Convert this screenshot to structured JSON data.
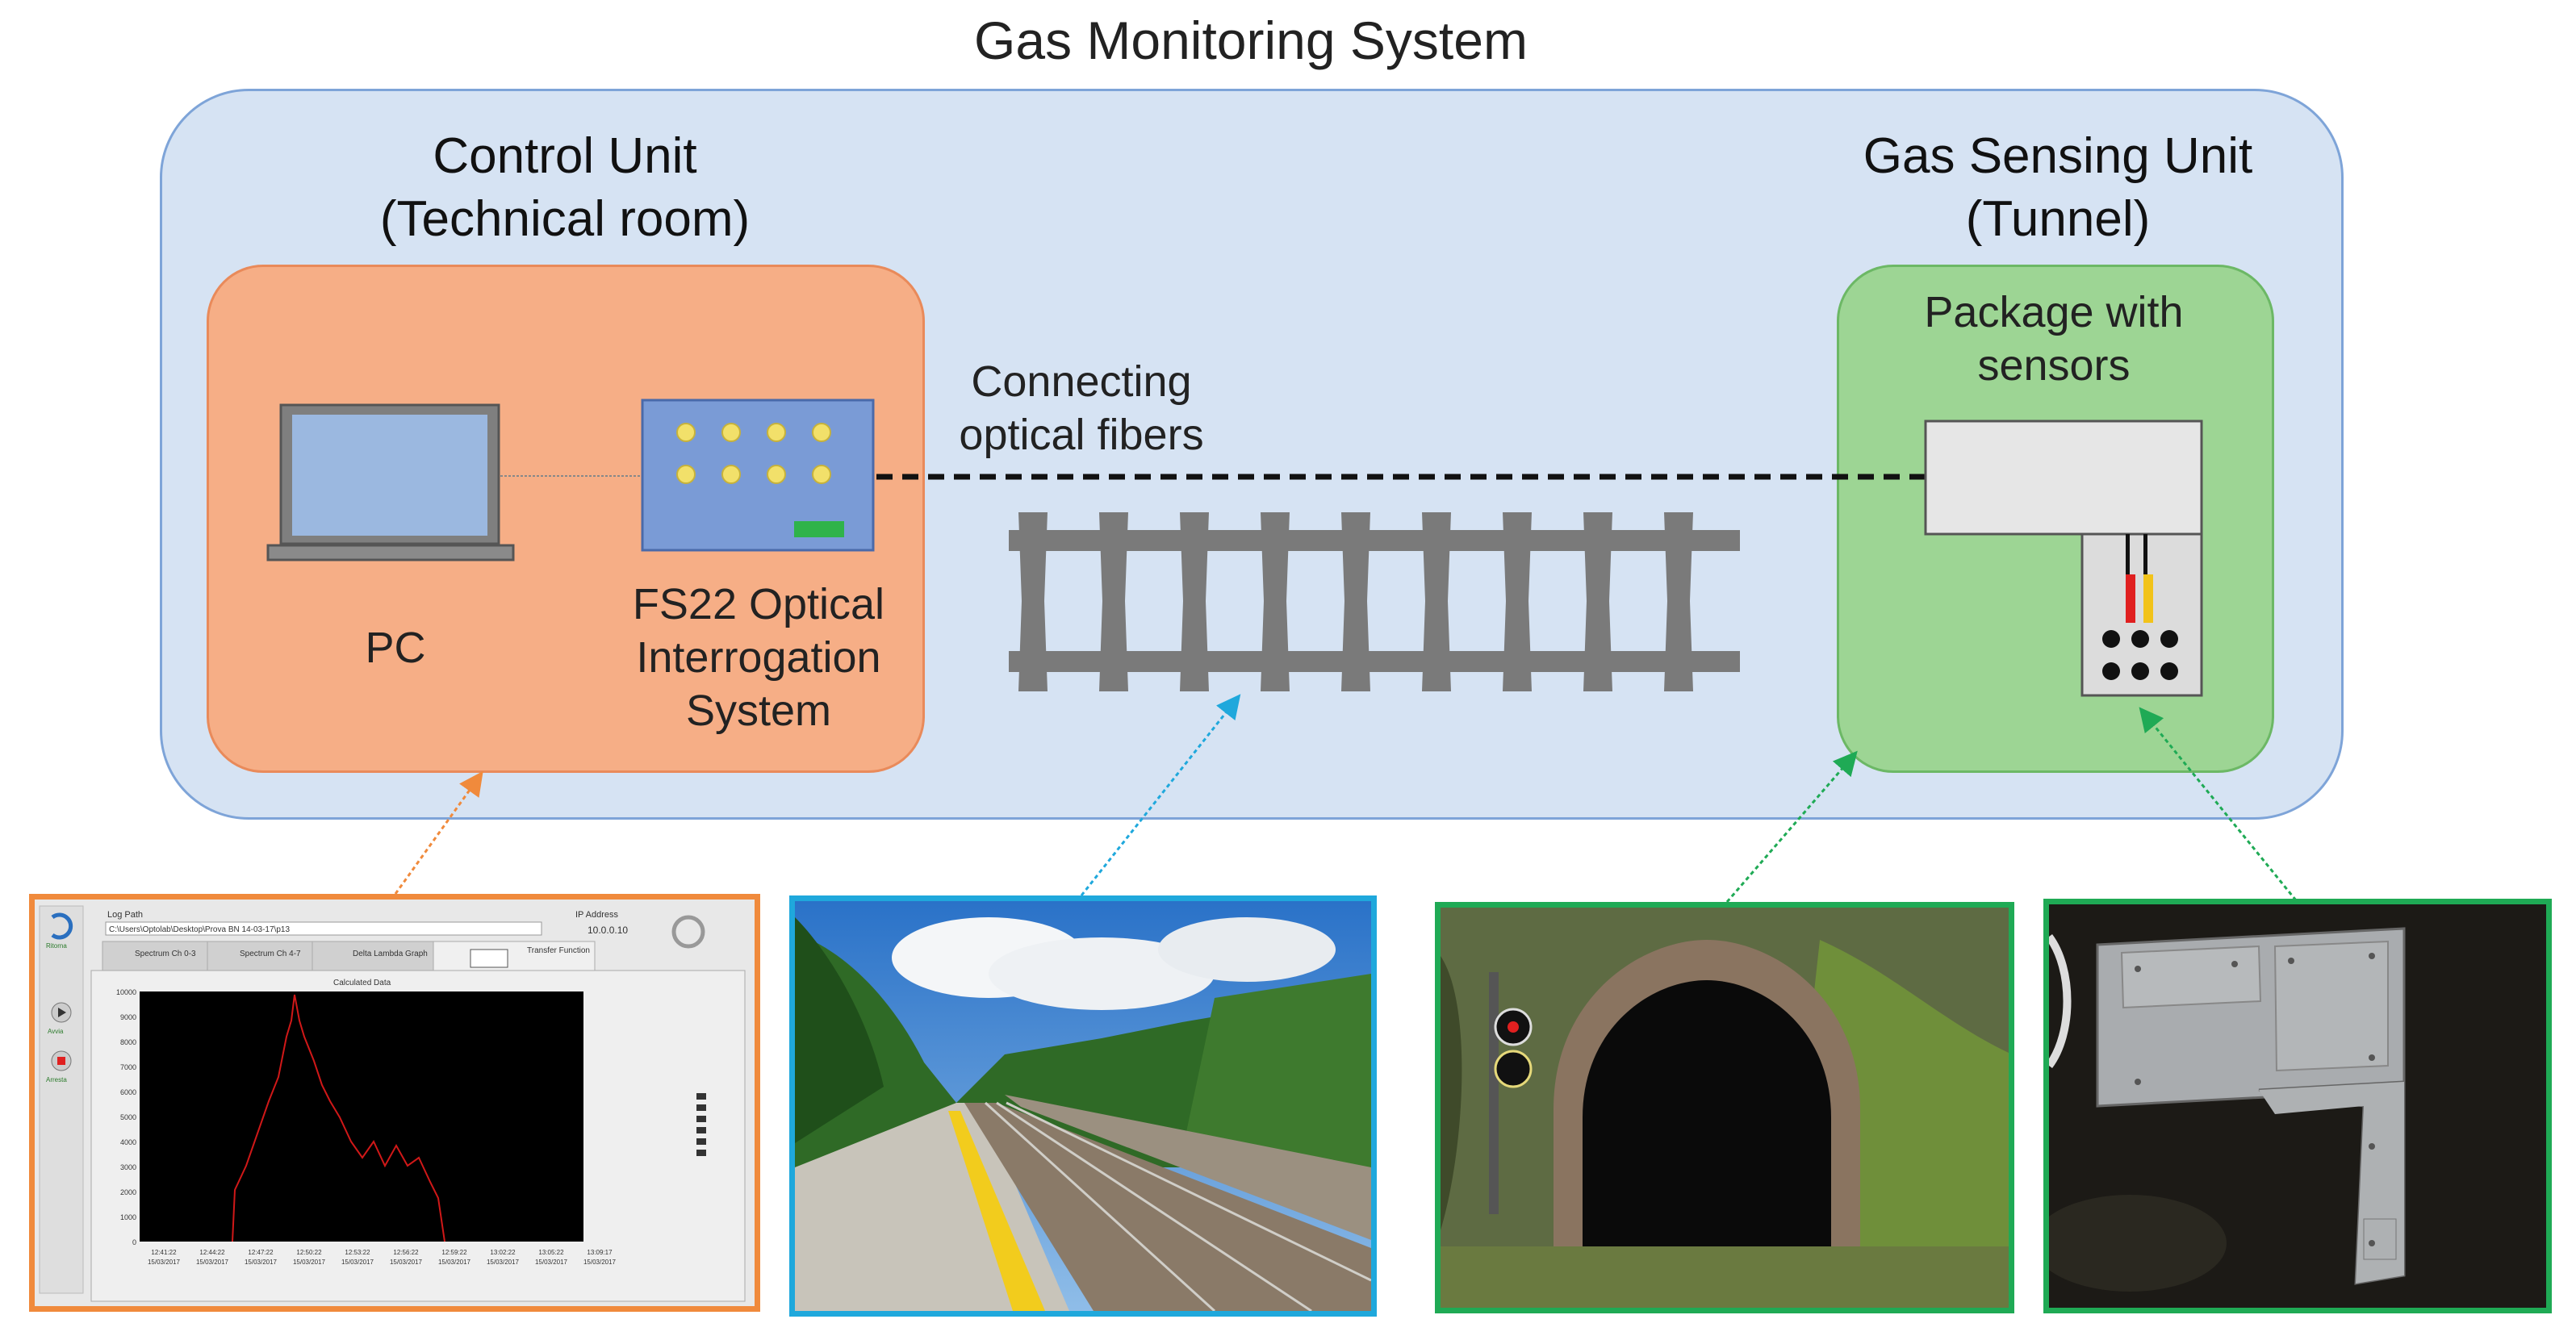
{
  "title": "Gas Monitoring System",
  "control_unit": {
    "heading_line1": "Control Unit",
    "heading_line2": "(Technical room)",
    "pc_label": "PC",
    "interrogator_line1": "FS22 Optical",
    "interrogator_line2": "Interrogation",
    "interrogator_line3": "System"
  },
  "fibers": {
    "line1": "Connecting",
    "line2": "optical fibers"
  },
  "sensing_unit": {
    "heading_line1": "Gas Sensing Unit",
    "heading_line2": "(Tunnel)",
    "package_line1": "Package with",
    "package_line2": "sensors"
  },
  "software_screenshot": {
    "log_path_label": "Log Path",
    "log_path_value": "C:\\Users\\Optolab\\Desktop\\Prova BN 14-03-17\\p13",
    "ip_label": "IP Address",
    "ip_value": "10.0.0.10",
    "tabs": [
      "Spectrum Ch 0-3",
      "Spectrum Ch 4-7",
      "Delta Lambda Graph",
      "Transfer Function"
    ],
    "graph_title": "Calculated Data",
    "y_ticks": [
      "10000",
      "9000",
      "8000",
      "7000",
      "6000",
      "5000",
      "4000",
      "3000",
      "2000",
      "1000",
      "0"
    ],
    "x_ticks": [
      "12:41:22",
      "12:44:22",
      "12:47:22",
      "12:50:22",
      "12:53:22",
      "12:56:22",
      "12:59:22",
      "13:02:22",
      "13:05:22",
      "13:09:17"
    ],
    "x_date": "15/03/2017",
    "side_buttons": [
      "Ritorna",
      "Avvia",
      "Arresta"
    ]
  },
  "colors": {
    "system_fill": "#d6e3f3",
    "control_fill": "#f6ae86",
    "sensing_fill": "#9dd594",
    "orange_frame": "#f08a3c",
    "blue_frame": "#1fa8dc",
    "green_frame": "#1faa55"
  }
}
